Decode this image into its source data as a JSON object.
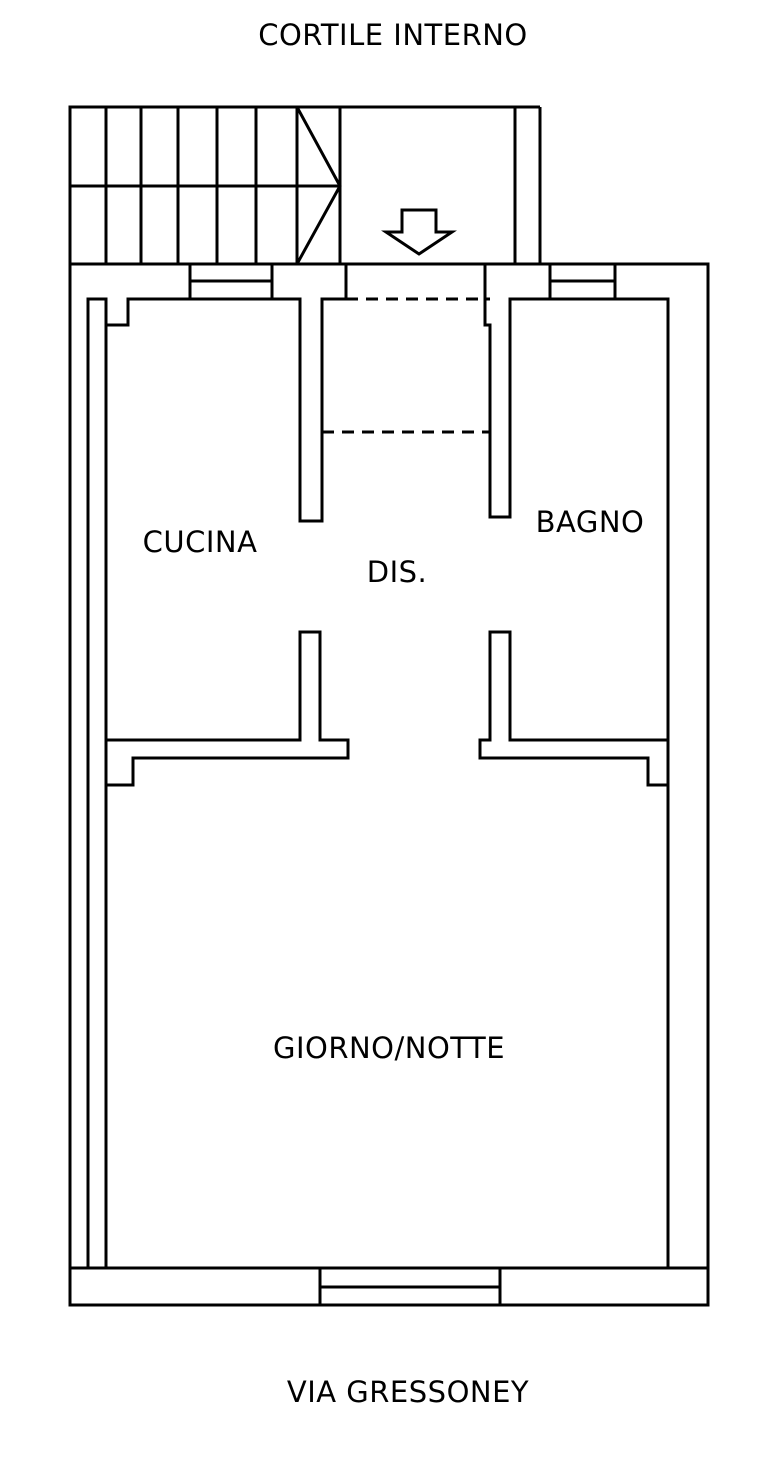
{
  "labels": {
    "courtyard": "CORTILE INTERNO",
    "street": "VIA GRESSONEY",
    "kitchen": "CUCINA",
    "hallway": "DIS.",
    "bathroom": "BAGNO",
    "living": "GIORNO/NOTTE"
  },
  "colors": {
    "ink": "#000000",
    "paper": "#ffffff"
  },
  "icons": {
    "entrance_arrow": "arrow-down-icon",
    "stairs": "stairs-icon"
  }
}
